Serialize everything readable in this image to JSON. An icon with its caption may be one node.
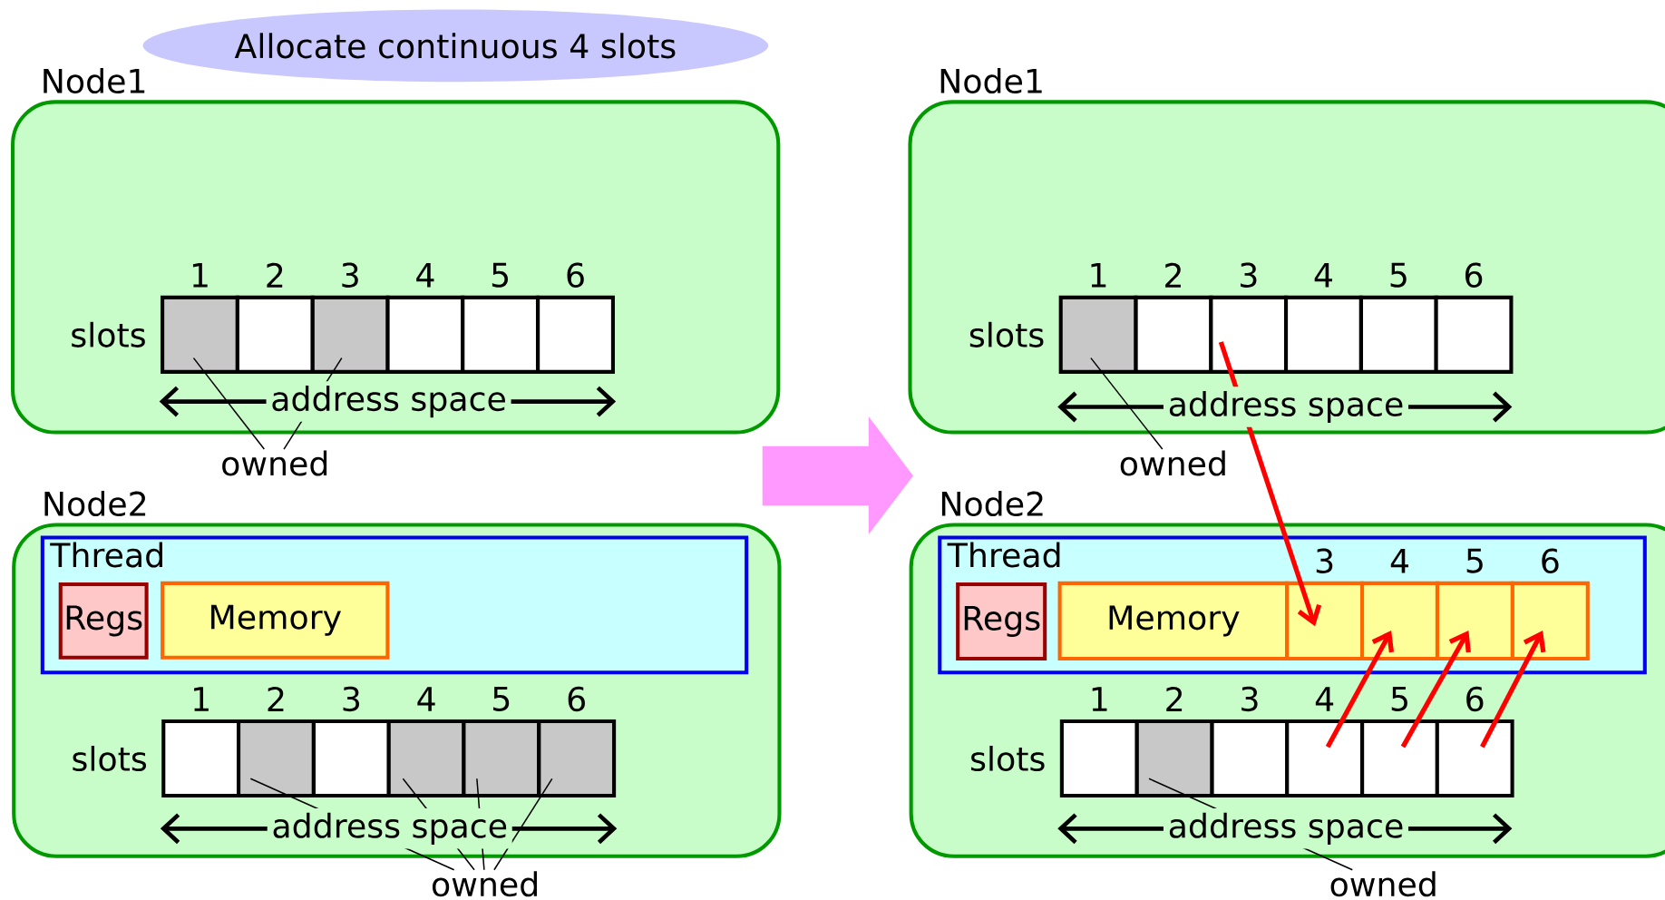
{
  "diagram": {
    "nodes": [
      {
        "text": [
          "Allocate continuous 4 slots"
        ]
      },
      {
        "text": [
          "Node1"
        ]
      },
      {
        "text": [
          "1"
        ],
        "in": 1
      },
      {
        "text": [
          "2"
        ],
        "in": 1
      },
      {
        "text": [
          "3"
        ],
        "in": 1
      },
      {
        "text": [
          "4"
        ],
        "in": 1
      },
      {
        "text": [
          "5"
        ],
        "in": 1
      },
      {
        "text": [
          "6"
        ],
        "in": 1
      },
      {
        "text": [
          "owned"
        ]
      },
      {
        "text": [
          "Node2"
        ]
      },
      {
        "text": [
          "Thread"
        ],
        "in": 9
      },
      {
        "text": [
          "Regs"
        ],
        "in": 10
      },
      {
        "text": [
          "Memory"
        ],
        "in": 10
      },
      {
        "text": [
          "1"
        ],
        "in": 9
      },
      {
        "text": [
          "2"
        ],
        "in": 9
      },
      {
        "text": [
          "3"
        ],
        "in": 9
      },
      {
        "text": [
          "4"
        ],
        "in": 9
      },
      {
        "text": [
          "5"
        ],
        "in": 9
      },
      {
        "text": [
          "6"
        ],
        "in": 9
      },
      {
        "text": [
          "owned"
        ]
      },
      {
        "text": [
          "Node1"
        ]
      },
      {
        "text": [
          "1"
        ],
        "in": 20
      },
      {
        "text": [
          "2"
        ],
        "in": 20
      },
      {
        "text": [
          "3"
        ],
        "in": 20
      },
      {
        "text": [
          "4"
        ],
        "in": 20
      },
      {
        "text": [
          "5"
        ],
        "in": 20
      },
      {
        "text": [
          "6"
        ],
        "in": 20
      },
      {
        "text": [
          "owned"
        ]
      },
      {
        "text": [
          "Node2"
        ]
      },
      {
        "text": [
          "Thread"
        ],
        "in": 28
      },
      {
        "text": [
          "Regs"
        ],
        "in": 29
      },
      {
        "text": [
          "Memory"
        ],
        "in": 29
      },
      {
        "text": [
          "3"
        ],
        "in": 29
      },
      {
        "text": [
          "4"
        ],
        "in": 29
      },
      {
        "text": [
          "5"
        ],
        "in": 29
      },
      {
        "text": [
          "6"
        ],
        "in": 29
      },
      {
        "text": [
          "1"
        ],
        "in": 28
      },
      {
        "text": [
          "2"
        ],
        "in": 28
      },
      {
        "text": [
          "3"
        ],
        "in": 28
      },
      {
        "text": [
          "4"
        ],
        "in": 28
      },
      {
        "text": [
          "5"
        ],
        "in": 28
      },
      {
        "text": [
          "6"
        ],
        "in": 28
      },
      {
        "text": [
          "owned"
        ]
      }
    ],
    "edges": [
      {
        "from": 8,
        "to": 2,
        "arrow": "none"
      },
      {
        "from": 8,
        "to": 4,
        "arrow": "none"
      },
      {
        "from": 19,
        "to": 14,
        "arrow": "none"
      },
      {
        "from": 19,
        "to": 16,
        "arrow": "none"
      },
      {
        "from": 19,
        "to": 17,
        "arrow": "none"
      },
      {
        "from": 19,
        "to": 18,
        "arrow": "none"
      },
      {
        "from": 27,
        "to": 21,
        "arrow": "none"
      },
      {
        "from": 23,
        "to": 32,
        "arrow": "to",
        "style": "thick",
        "color": "#ff0000"
      },
      {
        "from": 39,
        "to": 33,
        "arrow": "to",
        "style": "thick",
        "color": "#ff0000"
      },
      {
        "from": 40,
        "to": 34,
        "arrow": "to",
        "style": "thick",
        "color": "#ff0000"
      },
      {
        "from": 41,
        "to": 35,
        "arrow": "to",
        "style": "thick",
        "color": "#ff0000"
      },
      {
        "from": 42,
        "to": 37,
        "arrow": "none"
      }
    ],
    "labels": [
      "slots",
      "address space",
      "slots",
      "address space",
      "slots",
      "address space",
      "slots",
      "address space"
    ]
  }
}
